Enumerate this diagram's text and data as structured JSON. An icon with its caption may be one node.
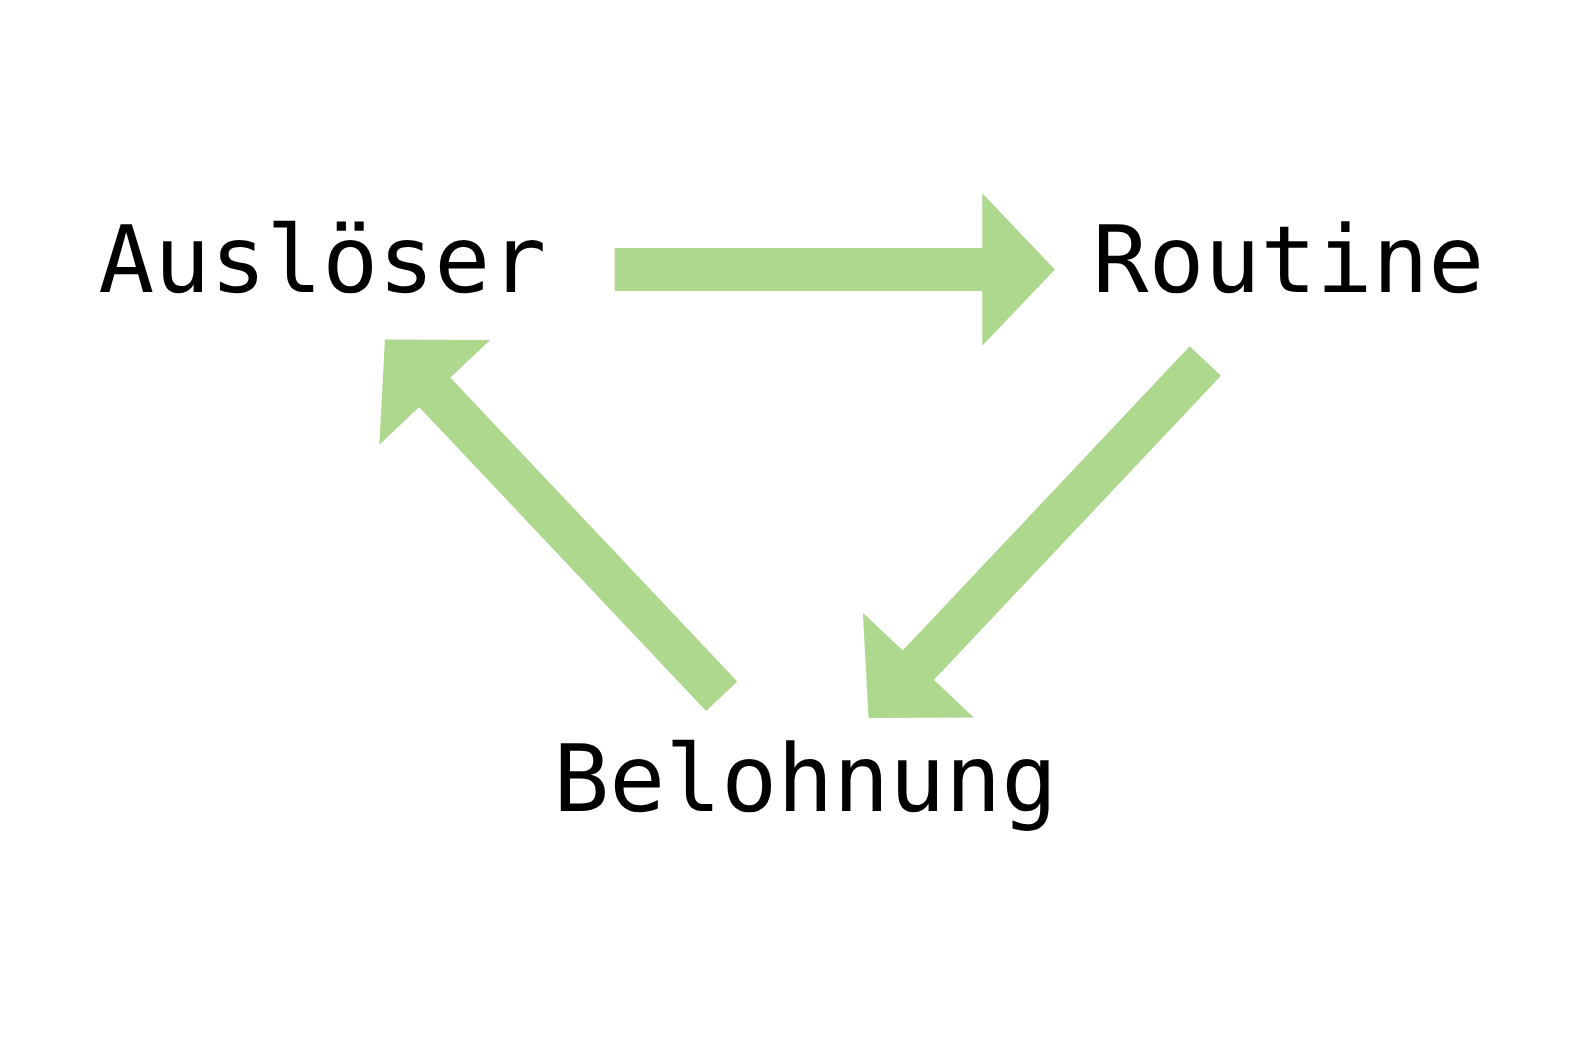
{
  "diagram": {
    "nodes": [
      {
        "text": [
          "Auslöser"
        ]
      },
      {
        "text": [
          "Routine"
        ]
      },
      {
        "text": [
          "Belohnung"
        ]
      }
    ],
    "edges": [
      {
        "from": 0,
        "to": 1,
        "arrow": "to"
      },
      {
        "from": 1,
        "to": 2,
        "arrow": "to"
      },
      {
        "from": 2,
        "to": 0,
        "arrow": "to"
      }
    ]
  }
}
